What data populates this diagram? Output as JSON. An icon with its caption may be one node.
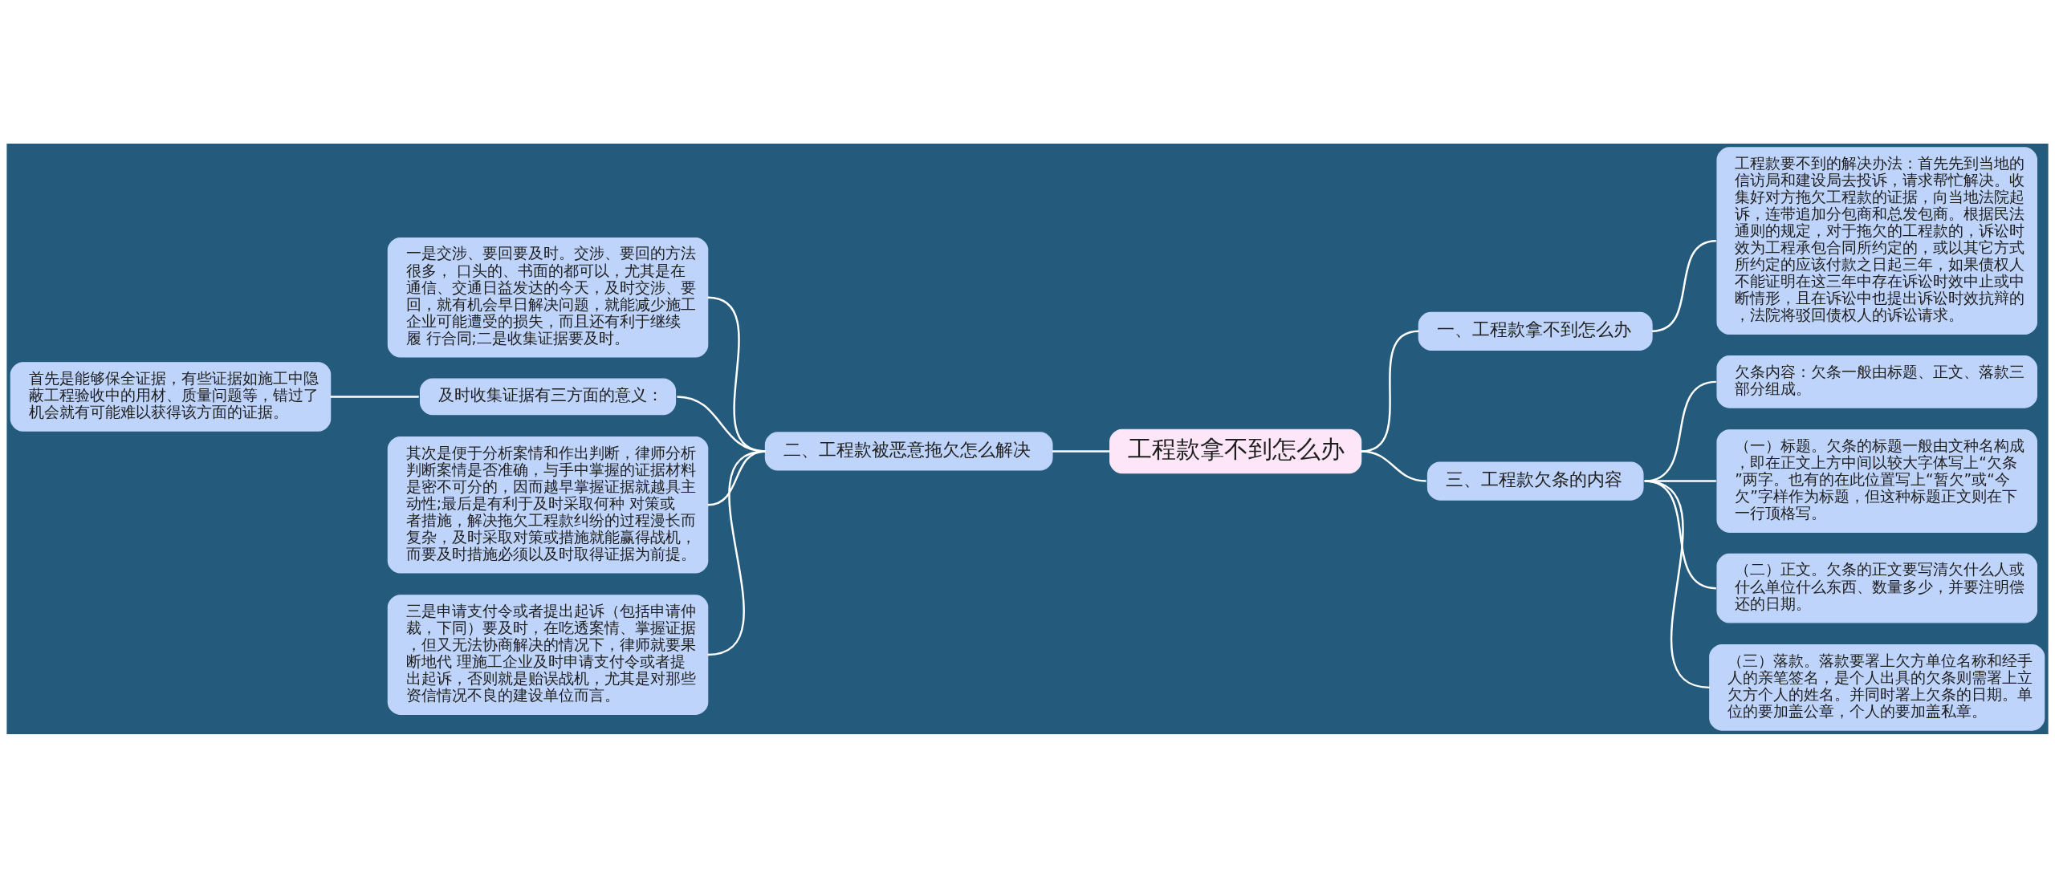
{
  "diagram": {
    "nodes": [
      {
        "text": [
          "工程款拿不到怎么办"
        ]
      },
      {
        "text": [
          "一、工程款拿不到怎么办"
        ]
      },
      {
        "text": [
          "工程款要不到的解决办法：首先先到当地的信访局和建设局去投诉，请求帮忙解决。收集好对方拖欠工程款的证据，向当地法院起诉，连带追加分包商和总发包商。根据民法通则的规定，对于拖欠的工程款的，诉讼时效为工程承包合同所约定的，或以其它方式所约定的应该付款之日起三年，如果债权人不能证明在这三年中存在诉讼时效中止或中断情形，且在诉讼中也提出诉讼时效抗辩的，法院将驳回债权人的诉讼请求。"
        ]
      },
      {
        "text": [
          "二、工程款被恶意拖欠怎么解决"
        ]
      },
      {
        "text": [
          "一是交涉、要回要及时。交涉、要回的方法很多， 口头的、书面的都可以，尤其是在通信、交通日益发达的今天，及时交涉、要回，就有机会早日解决问题，就能减少施工企业可能遭受的损失，而且还有利于继续履 行合同;二是收集证据要及时。"
        ]
      },
      {
        "text": [
          "及时收集证据有三方面的意义："
        ]
      },
      {
        "text": [
          "首先是能够保全证据，有些证据如施工中隐蔽工程验收中的用材、质量问题等，错过了机会就有可能难以获得该方面的证据。"
        ]
      },
      {
        "text": [
          "其次是便于分析案情和作出判断，律师分析判断案情是否准确，与手中掌握的证据材料是密不可分的，因而越早掌握证据就越具主动性;最后是有利于及时采取何种 对策或者措施，解决拖欠工程款纠纷的过程漫长而复杂，及时采取对策或措施就能赢得战机，而要及时措施必须以及时取得证据为前提。"
        ]
      },
      {
        "text": [
          "三是申请支付令或者提出起诉（包括申请仲裁，下同）要及时，在吃透案情、掌握证据，但又无法协商解决的情况下，律师就要果断地代 理施工企业及时申请支付令或者提出起诉，否则就是贻误战机，尤其是对那些资信情况不良的建设单位而言。"
        ]
      },
      {
        "text": [
          "三、工程款欠条的内容"
        ]
      },
      {
        "text": [
          "欠条内容：欠条一般由标题、正文、落款三部分组成。"
        ]
      },
      {
        "text": [
          "（一）标题。欠条的标题一般由文种名构成，即在正文上方中间以较大字体写上“欠条”两字。也有的在此位置写上“暂欠”或“今欠”字样作为标题，但这种标题正文则在下一行顶格写。"
        ]
      },
      {
        "text": [
          "（二）正文。欠条的正文要写清欠什么人或什么单位什么东西、数量多少，并要注明偿还的日期。"
        ]
      },
      {
        "text": [
          "（三）落款。落款要署上欠方单位名称和经手人的亲笔签名，是个人出具的欠条则需署上立欠方个人的姓名。并同时署上欠条的日期。单位的要加盖公章，个人的要加盖私章。"
        ]
      }
    ],
    "edges": [
      {
        "from": 0,
        "to": 1,
        "arrow": "none"
      },
      {
        "from": 1,
        "to": 2,
        "arrow": "none"
      },
      {
        "from": 4,
        "to": 3,
        "arrow": "none"
      },
      {
        "from": 6,
        "to": 5,
        "arrow": "none"
      },
      {
        "from": 5,
        "to": 3,
        "arrow": "none"
      },
      {
        "from": 7,
        "to": 3,
        "arrow": "none"
      },
      {
        "from": 8,
        "to": 3,
        "arrow": "none"
      },
      {
        "from": 3,
        "to": 0,
        "arrow": "none"
      },
      {
        "from": 0,
        "to": 9,
        "arrow": "none"
      },
      {
        "from": 9,
        "to": 10,
        "arrow": "none"
      },
      {
        "from": 9,
        "to": 11,
        "arrow": "none"
      },
      {
        "from": 9,
        "to": 12,
        "arrow": "none"
      },
      {
        "from": 9,
        "to": 13,
        "arrow": "none"
      }
    ]
  }
}
